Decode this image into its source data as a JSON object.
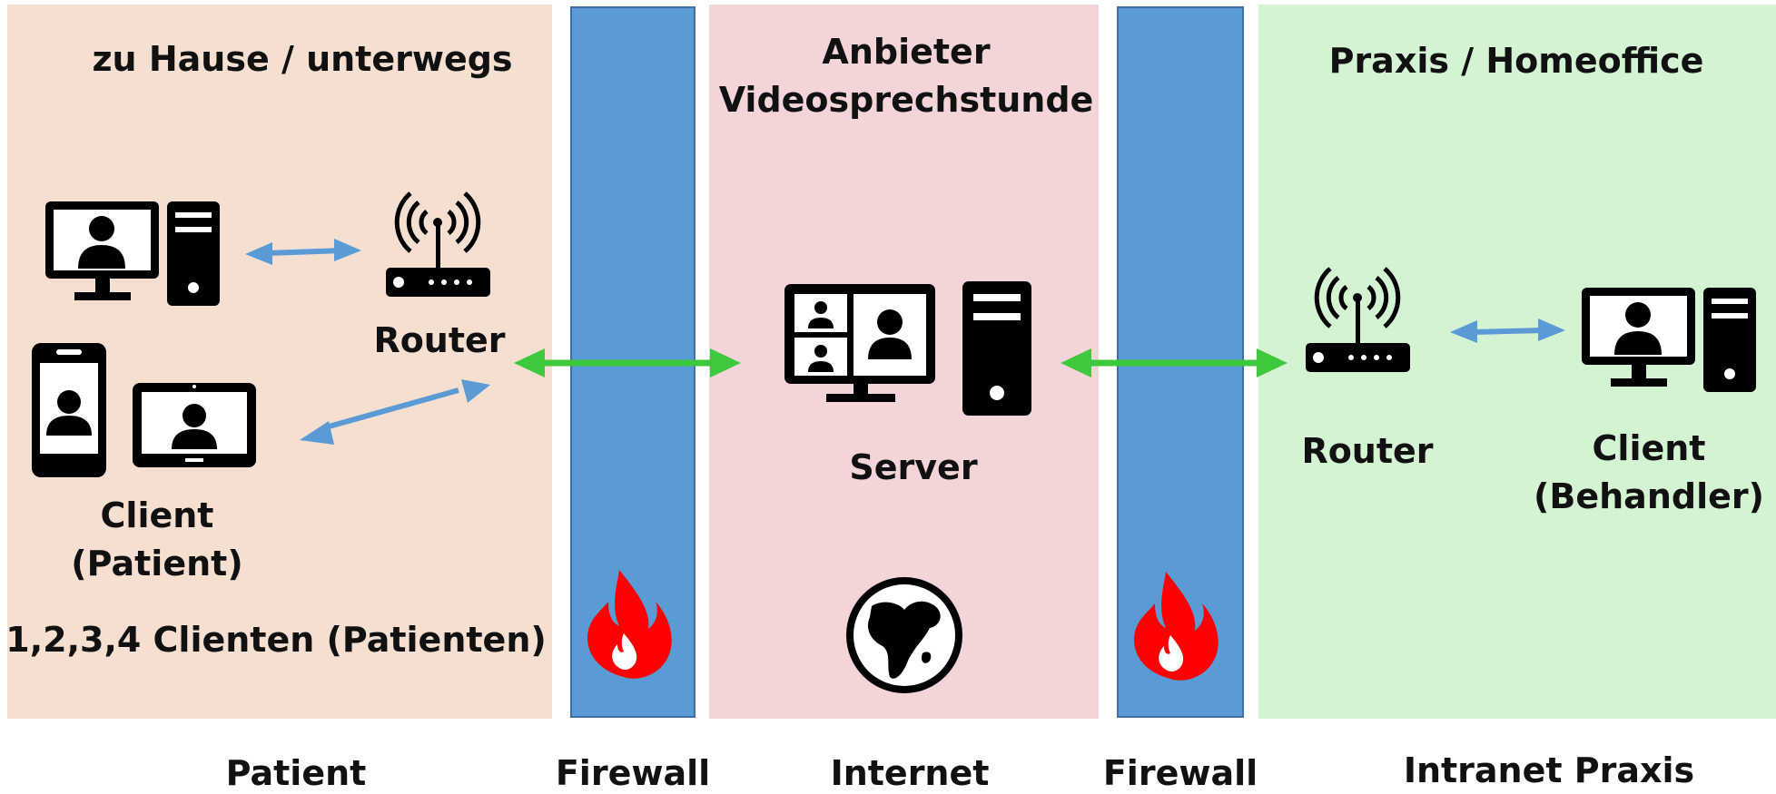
{
  "zones": {
    "patient": {
      "heading": "zu Hause / unterwegs",
      "color": "#f4dfd0"
    },
    "firewall": {
      "color": "#5b9bd5",
      "border": "#3f6fa5"
    },
    "internet": {
      "heading_line1": "Anbieter",
      "heading_line2": "Videosprechstunde",
      "color": "#f3d5d8"
    },
    "praxis": {
      "heading": "Praxis / Homeoffice",
      "color": "#d4f3d3"
    }
  },
  "nodes": {
    "router_left": "Router",
    "client_patient_line1": "Client",
    "client_patient_line2": "(Patient)",
    "clients_count": "1,2,3,4 Clienten (Patienten)",
    "server": "Server",
    "router_right": "Router",
    "client_behandler_line1": "Client",
    "client_behandler_line2": "(Behandler)"
  },
  "footer": {
    "patient": "Patient",
    "firewall_left": "Firewall",
    "internet": "Internet",
    "firewall_right": "Firewall",
    "intranet": "Intranet Praxis"
  },
  "colors": {
    "local_arrow": "#5b9bd5",
    "network_arrow": "#3ec83e",
    "flame": "#ff0000",
    "icon": "#000000"
  },
  "icons": [
    "desktop-computer-icon",
    "tablet-icon",
    "smartphone-icon",
    "wifi-router-icon",
    "video-conference-monitor-icon",
    "server-tower-icon",
    "globe-icon",
    "flame-icon"
  ]
}
